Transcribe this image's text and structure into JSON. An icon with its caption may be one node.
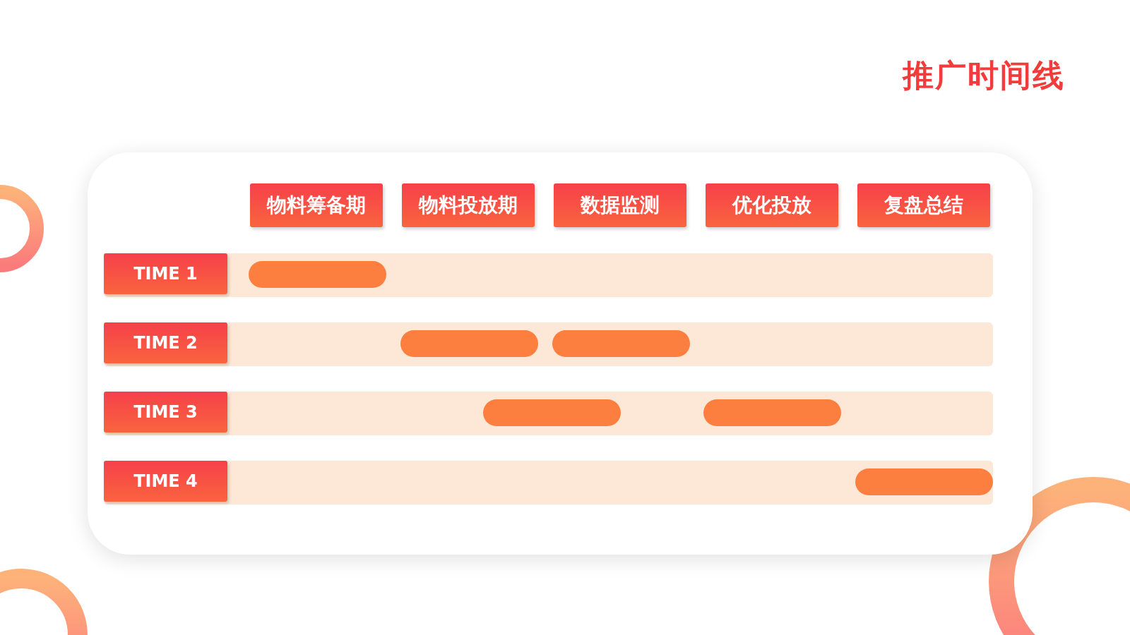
{
  "diagram": {
    "title": "推广时间线",
    "nodes": [
      {
        "text": [
          "物料筹备期"
        ]
      },
      {
        "text": [
          "物料投放期"
        ]
      },
      {
        "text": [
          "数据监测"
        ]
      },
      {
        "text": [
          "优化投放"
        ]
      },
      {
        "text": [
          "复盘总结"
        ]
      },
      {
        "text": [
          "TIME 1"
        ]
      },
      {
        "text": [],
        "shape": "bar"
      },
      {
        "text": [
          "TIME 2"
        ]
      },
      {
        "text": [],
        "shape": "bar"
      },
      {
        "text": [],
        "shape": "bar"
      },
      {
        "text": [
          "TIME 3"
        ]
      },
      {
        "text": [],
        "shape": "bar"
      },
      {
        "text": [],
        "shape": "bar"
      },
      {
        "text": [
          "TIME 4"
        ]
      },
      {
        "text": [],
        "shape": "bar"
      }
    ]
  }
}
